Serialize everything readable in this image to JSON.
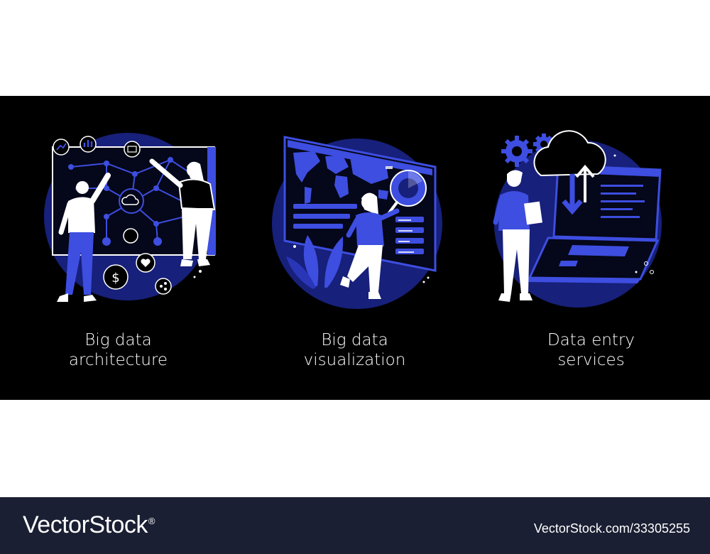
{
  "colors": {
    "background": "#000000",
    "accent_blue": "#3d4ee0",
    "deep_blue": "#17207a",
    "footer": "#1a1f33",
    "text": "#ffffff"
  },
  "illustrations": [
    {
      "line1": "Big data",
      "line2": "architecture",
      "icon": "network-team-illustration"
    },
    {
      "line1": "Big data",
      "line2": "visualization",
      "icon": "world-map-dashboard-illustration"
    },
    {
      "line1": "Data entry",
      "line2": "services",
      "icon": "cloud-laptop-illustration"
    }
  ],
  "footer": {
    "brand": "VectorStock",
    "registered": "®",
    "ref": "VectorStock.com/33305255"
  }
}
